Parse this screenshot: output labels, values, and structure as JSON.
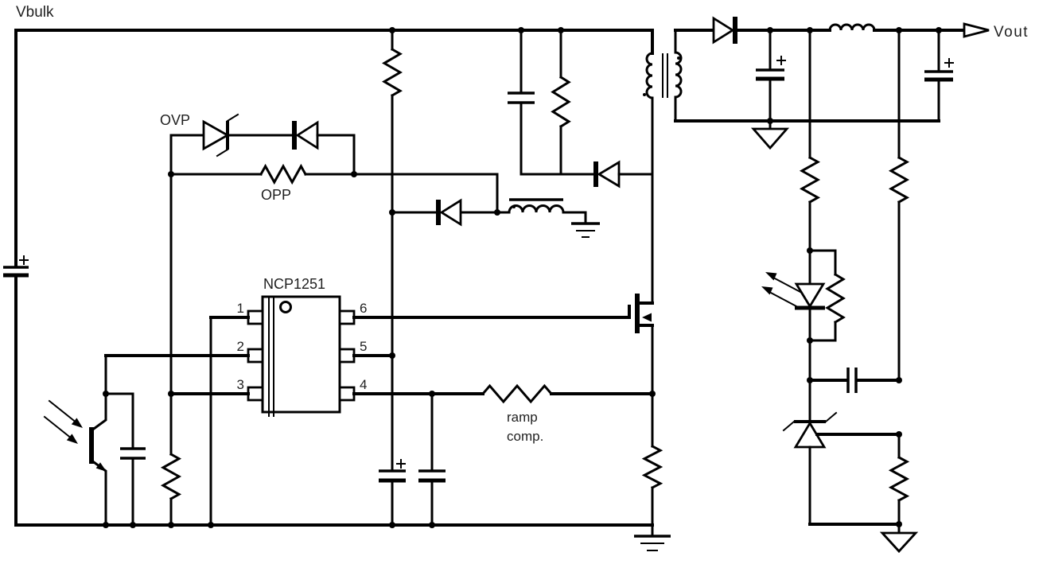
{
  "diagram": {
    "type": "circuit-schematic",
    "subject": "Flyback SMPS with NCP1251 PWM controller, OVP/OPP sensing, ramp compensation and TL431 opto-isolated feedback"
  },
  "labels": {
    "vbulk": "Vbulk",
    "vout": "Vout",
    "ovp": "OVP",
    "opp": "OPP",
    "ic_name": "NCP1251",
    "ramp_comp_line1": "ramp",
    "ramp_comp_line2": "comp.",
    "pins": {
      "p1": "1",
      "p2": "2",
      "p3": "3",
      "p4": "4",
      "p5": "5",
      "p6": "6"
    }
  },
  "colors": {
    "wire": "#000000",
    "text": "#1f1f1f",
    "background": "#ffffff"
  },
  "components": [
    "bulk-capacitor",
    "startup-resistor",
    "ovp-zener-diode",
    "ovp-blocking-diode",
    "opp-resistor",
    "aux-winding",
    "aux-ground",
    "aux-rectifier-diode",
    "vcc-capacitor",
    "cs-filter-capacitor",
    "ncp1251-controller",
    "optocoupler-phototransistor",
    "fb-filter-capacitor",
    "pin3-resistor",
    "ramp-comp-resistor",
    "power-mosfet",
    "current-sense-resistor",
    "primary-ground",
    "snubber-capacitor",
    "snubber-resistor",
    "snubber-diode",
    "flyback-transformer",
    "secondary-rectifier-diode",
    "output-capacitor-1",
    "post-filter-inductor",
    "output-capacitor-2",
    "secondary-ground",
    "upper-divider-resistor",
    "parallel-branch-resistor",
    "optocoupler-led",
    "led-parallel-resistor",
    "compensation-capacitor",
    "tl431-shunt-regulator",
    "lower-divider-resistor",
    "feedback-ground"
  ]
}
